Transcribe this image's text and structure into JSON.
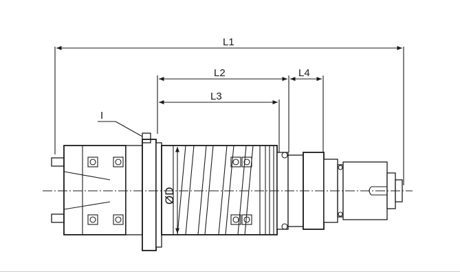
{
  "dimensions": {
    "L1": "L1",
    "L2": "L2",
    "L3": "L3",
    "L4": "L4",
    "diameter": "ØD",
    "detail": "I"
  }
}
